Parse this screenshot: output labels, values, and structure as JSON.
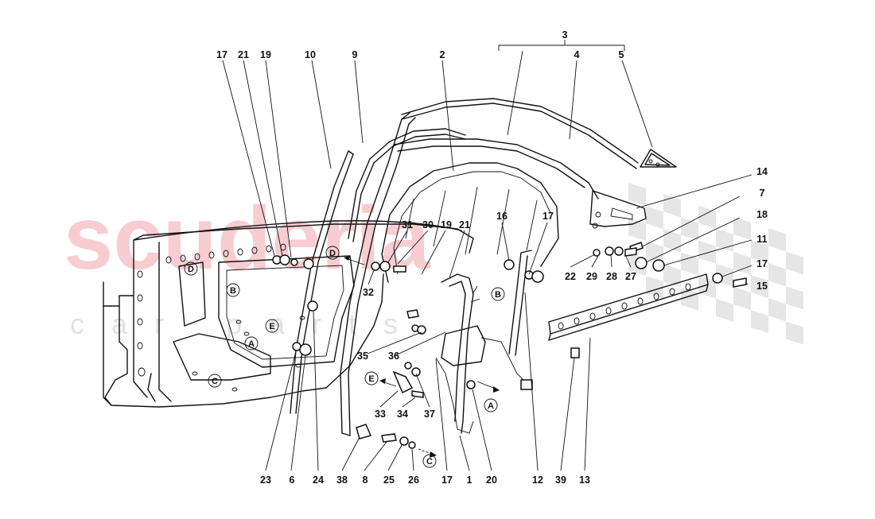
{
  "watermark": {
    "brand": "scuderia",
    "sub": "car parts"
  },
  "callouts": {
    "top": [
      "17",
      "21",
      "19",
      "10",
      "9",
      "2",
      "3",
      "4",
      "5"
    ],
    "right": [
      "14",
      "7",
      "18",
      "11",
      "17",
      "15"
    ],
    "mid": [
      "31",
      "30",
      "19",
      "21",
      "16",
      "17",
      "32",
      "22",
      "29",
      "28",
      "27",
      "35",
      "36",
      "33",
      "34",
      "37"
    ],
    "bottom": [
      "23",
      "6",
      "24",
      "38",
      "8",
      "25",
      "26",
      "17",
      "1",
      "20",
      "12",
      "39",
      "13"
    ]
  },
  "refs": {
    "A": "A",
    "B": "B",
    "C": "C",
    "D": "D",
    "E": "E"
  }
}
